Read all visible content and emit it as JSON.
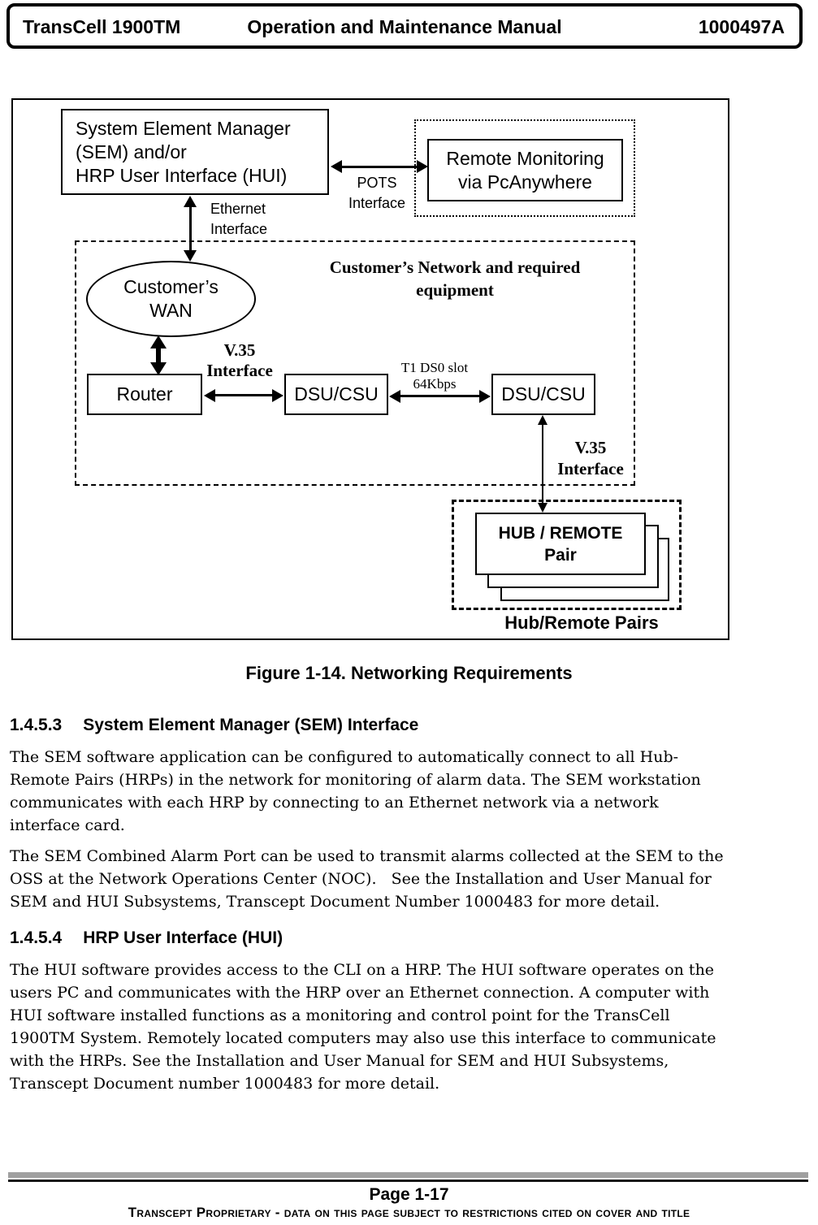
{
  "colors": {
    "ink": "#000000",
    "paper": "#ffffff",
    "footer_rule_gray": "#a0a0a0"
  },
  "header": {
    "product": "TransCell 1900TM",
    "title": "Operation and Maintenance Manual",
    "doc_number": "1000497A"
  },
  "figure": {
    "caption": "Figure 1-14. Networking Requirements",
    "nodes": {
      "sem": {
        "lines": [
          "System Element Manager",
          "(SEM) and/or",
          "HRP User Interface (HUI)"
        ]
      },
      "remote_monitoring": {
        "lines": [
          "Remote Monitoring",
          "via PcAnywhere"
        ]
      },
      "customer_wan": {
        "lines": [
          "Customer’s",
          "WAN"
        ]
      },
      "router": {
        "label": "Router"
      },
      "dsu_csu_1": {
        "label": "DSU/CSU"
      },
      "dsu_csu_2": {
        "label": "DSU/CSU"
      },
      "hub_remote_pair": {
        "lines": [
          "HUB / REMOTE",
          "Pair"
        ]
      }
    },
    "labels": {
      "pots": {
        "lines": [
          "POTS",
          "Interface"
        ]
      },
      "ethernet": {
        "lines": [
          "Ethernet",
          "Interface"
        ]
      },
      "customer_network": {
        "lines": [
          "Customer’s Network and required",
          "equipment"
        ]
      },
      "v35_router": {
        "lines": [
          "V.35",
          "Interface"
        ]
      },
      "t1": {
        "lines": [
          "T1 DS0 slot",
          "64Kbps"
        ]
      },
      "v35_hub": {
        "lines": [
          "V.35",
          "Interface"
        ]
      },
      "hub_remote_pairs": "Hub/Remote Pairs"
    }
  },
  "sections": [
    {
      "number": "1.4.5.3",
      "title": "System Element Manager (SEM) Interface",
      "paragraphs": [
        [
          "The SEM software application can be configured to automatically connect to all Hub-",
          "Remote Pairs (HRPs) in the network for monitoring of alarm data. The SEM workstation",
          "communicates with each HRP by connecting to an Ethernet network via a network",
          "interface card."
        ],
        [
          "The SEM Combined Alarm Port can be used to transmit alarms collected at the SEM to the",
          "OSS at the Network Operations Center (NOC).   See the Installation and User Manual for",
          "SEM and HUI Subsystems, Transcept Document Number 1000483 for more detail."
        ]
      ]
    },
    {
      "number": "1.4.5.4",
      "title": "HRP User Interface (HUI)",
      "paragraphs": [
        [
          "The HUI software provides access to the CLI on a HRP. The HUI software operates on the",
          "users PC and communicates with the HRP over an Ethernet connection. A computer with",
          "HUI software installed functions as a monitoring and control point for the TransCell",
          "1900TM System. Remotely located computers may also use this interface to communicate",
          "with the HRPs. See the Installation and User Manual for SEM and HUI Subsystems,",
          "Transcept Document number 1000483 for more detail."
        ]
      ]
    }
  ],
  "footer": {
    "page_number": "Page 1-17",
    "proprietary": "Transcept Proprietary - data on this page subject to restrictions cited on cover and title"
  }
}
